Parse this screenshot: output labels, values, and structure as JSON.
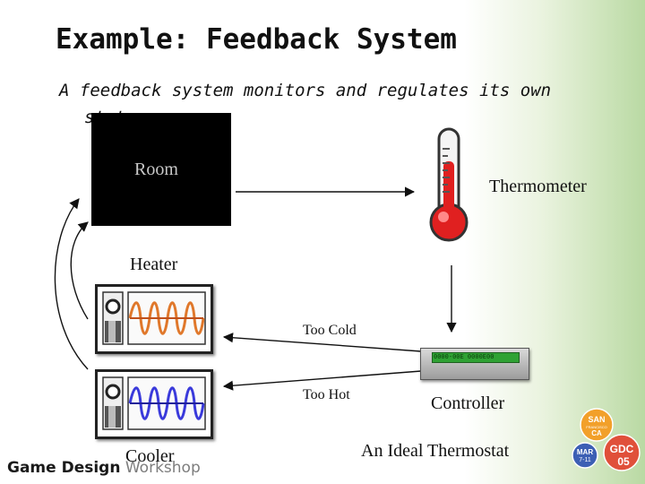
{
  "slide": {
    "title": "Example: Feedback System",
    "subtitle_line1": "A feedback system monitors and regulates its own",
    "subtitle_line2": "state"
  },
  "diagram": {
    "room": "Room",
    "thermometer": "Thermometer",
    "heater": "Heater",
    "too_cold": "Too Cold",
    "too_hot": "Too Hot",
    "controller": "Controller",
    "controller_screen": "0000-00E 0000E00",
    "cooler": "Cooler",
    "caption": "An Ideal Thermostat"
  },
  "footer": {
    "game_design": "Game Design",
    "workshop": "Workshop"
  },
  "badge": {
    "city_line1": "SAN",
    "city_line2": "FRANCISCO",
    "city_line3": "CA",
    "month": "MAR",
    "days": "7-11",
    "gdc": "GDC",
    "year": "05"
  },
  "colors": {
    "heater_coil": "#e0782b",
    "cooler_coil": "#3a3adb",
    "thermometer_red": "#e02020",
    "controller_screen": "#2fa234",
    "badge_orange": "#f2a02a",
    "badge_blue": "#3c5fb4",
    "badge_red": "#e0503a"
  }
}
